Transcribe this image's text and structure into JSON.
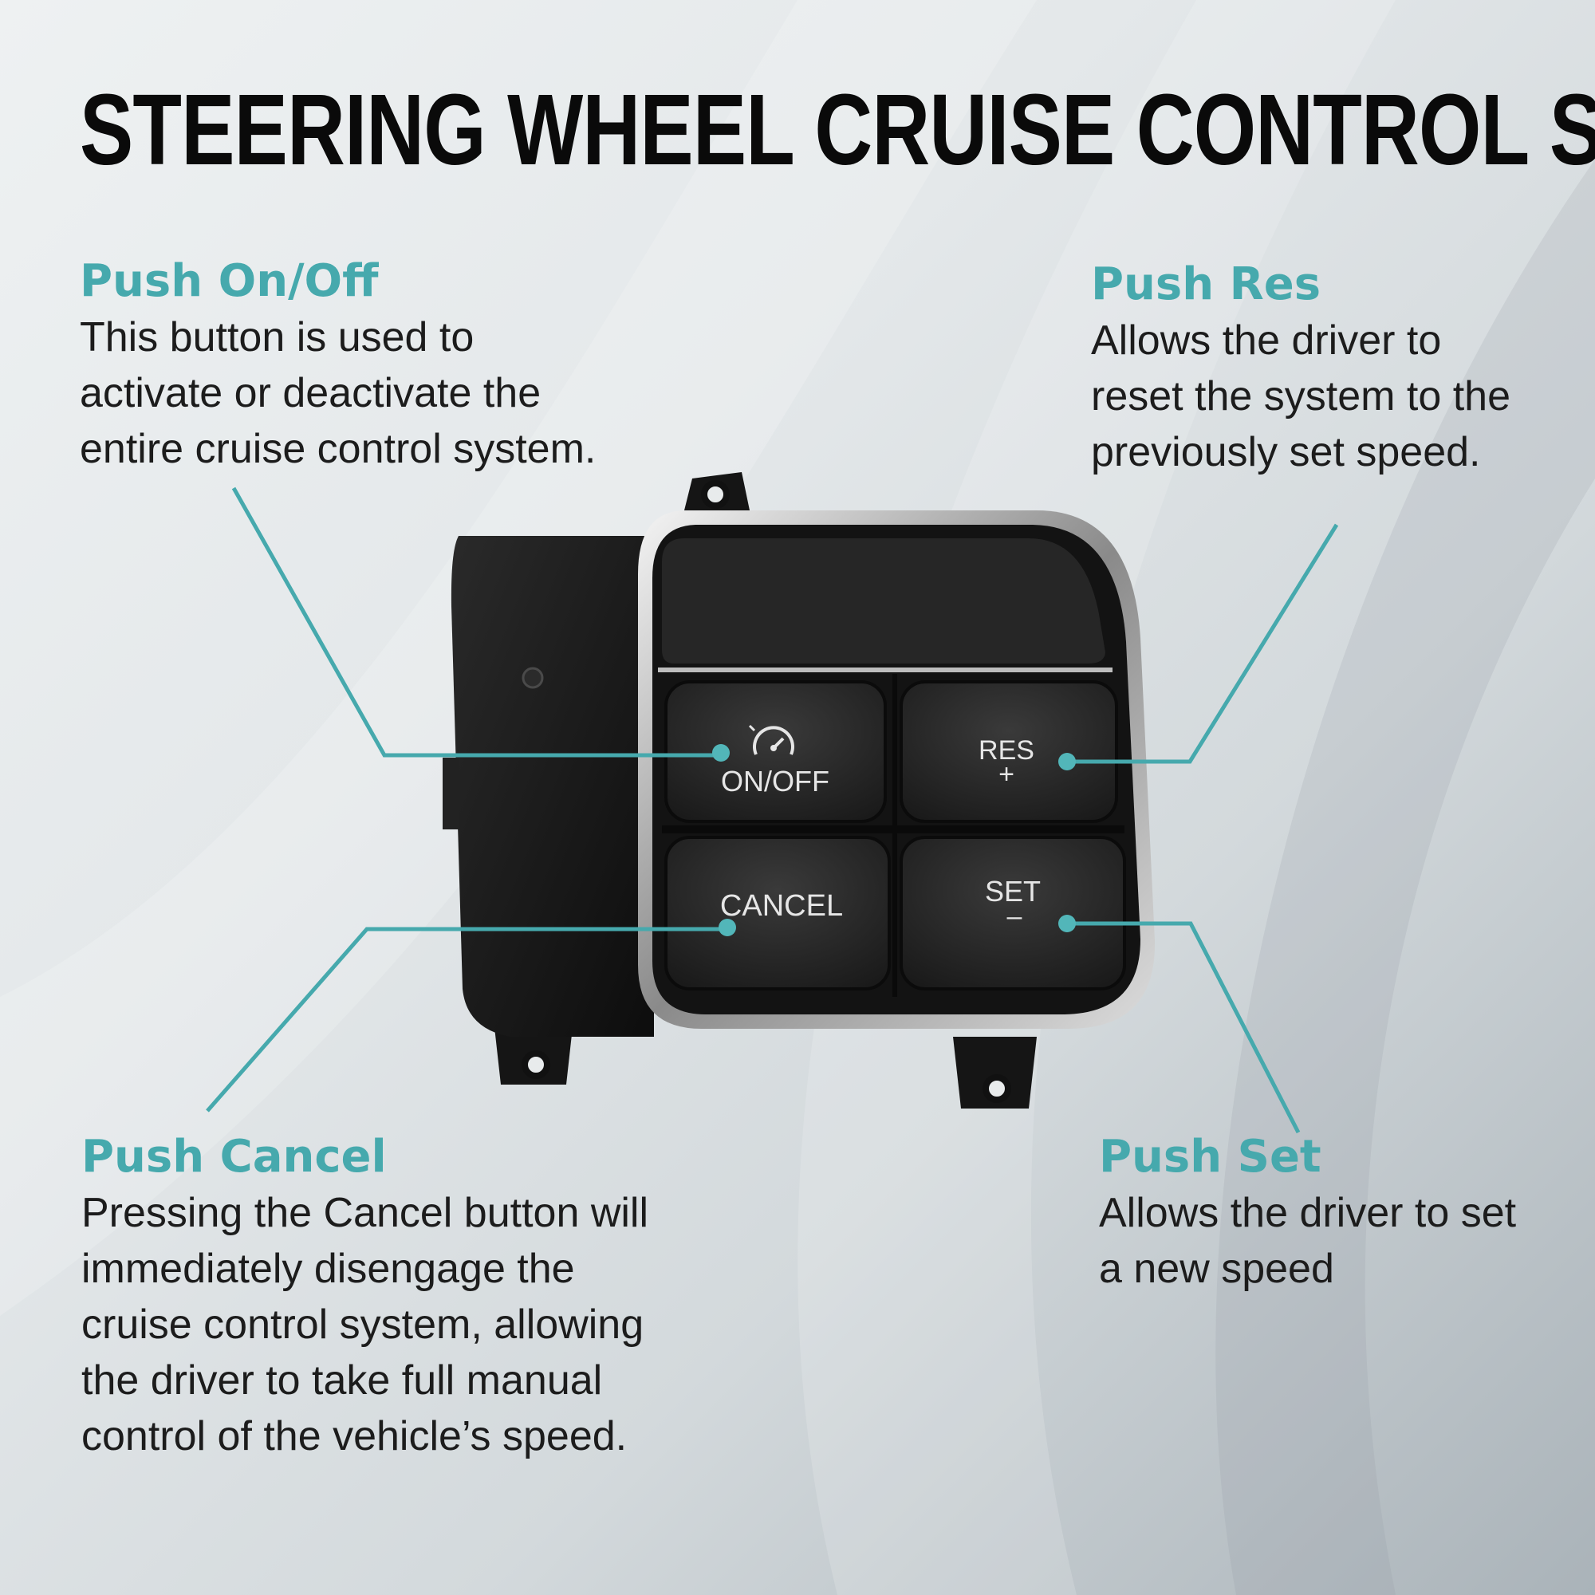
{
  "title": "STEERING WHEEL CRUISE CONTROL SWITCH",
  "callouts": {
    "on_off": {
      "heading": "Push On/Off",
      "body": [
        "This button is used to",
        "activate or deactivate the",
        "entire cruise control system."
      ]
    },
    "res": {
      "heading": "Push Res",
      "body": [
        "Allows the driver to",
        "reset the system to the",
        "previously set speed."
      ]
    },
    "cancel": {
      "heading": "Push Cancel",
      "body": [
        "Pressing the Cancel button will",
        "immediately disengage the",
        "cruise control system, allowing",
        "the driver to take full manual",
        "control of the vehicle’s speed."
      ]
    },
    "set": {
      "heading": "Push Set",
      "body": [
        "Allows the driver to set",
        "a new speed"
      ]
    }
  },
  "device_buttons": {
    "on_off": "ON/OFF",
    "res": "RES",
    "res_symbol": "+",
    "cancel": "CANCEL",
    "set": "SET",
    "set_symbol": "–"
  },
  "icons": {
    "cruise": "speedometer-icon"
  },
  "colors": {
    "accent": "#46a9ad",
    "title": "#0a0a0a",
    "body_text": "#1c1c1c",
    "device": "#1e1e1e"
  }
}
